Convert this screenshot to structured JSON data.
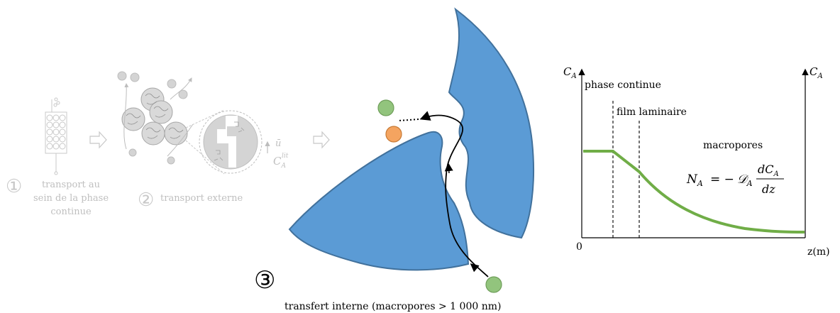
{
  "colors": {
    "grey_faded": "#cfcfcf",
    "grey_text": "#bfbfbf",
    "particle_blue": "#5b9bd5",
    "particle_border": "#41719c",
    "molecule_green": "#92c47d",
    "molecule_orange": "#f4a460",
    "curve_green": "#70ad47",
    "black": "#000000"
  },
  "steps": {
    "step1_number": "①",
    "step1_line1": "transport au",
    "step1_line2": "sein de la phase",
    "step1_line3": "continue",
    "step2_number": "②",
    "step2_label": "transport externe",
    "velocity_symbol": "ū",
    "bulk_conc_symbol": "C",
    "bulk_conc_sub": "A",
    "bulk_conc_sup": "lit",
    "step3_number": "③",
    "step3_label": "transfert interne (macropores > 1 000 nm)"
  },
  "graph": {
    "y_left_label": "C",
    "y_left_sub": "A",
    "y_right_label": "C",
    "y_right_sub": "A",
    "origin": "0",
    "x_label": "z(m)",
    "region1": "phase continue",
    "region2": "film laminaire",
    "region3": "macropores",
    "eq_lhs": "N",
    "eq_lhs_sub": "A",
    "eq_eq": "= −",
    "eq_D": "𝒟",
    "eq_D_sub": "A",
    "eq_num": "dC",
    "eq_num_sub": "A",
    "eq_den": "dz"
  }
}
